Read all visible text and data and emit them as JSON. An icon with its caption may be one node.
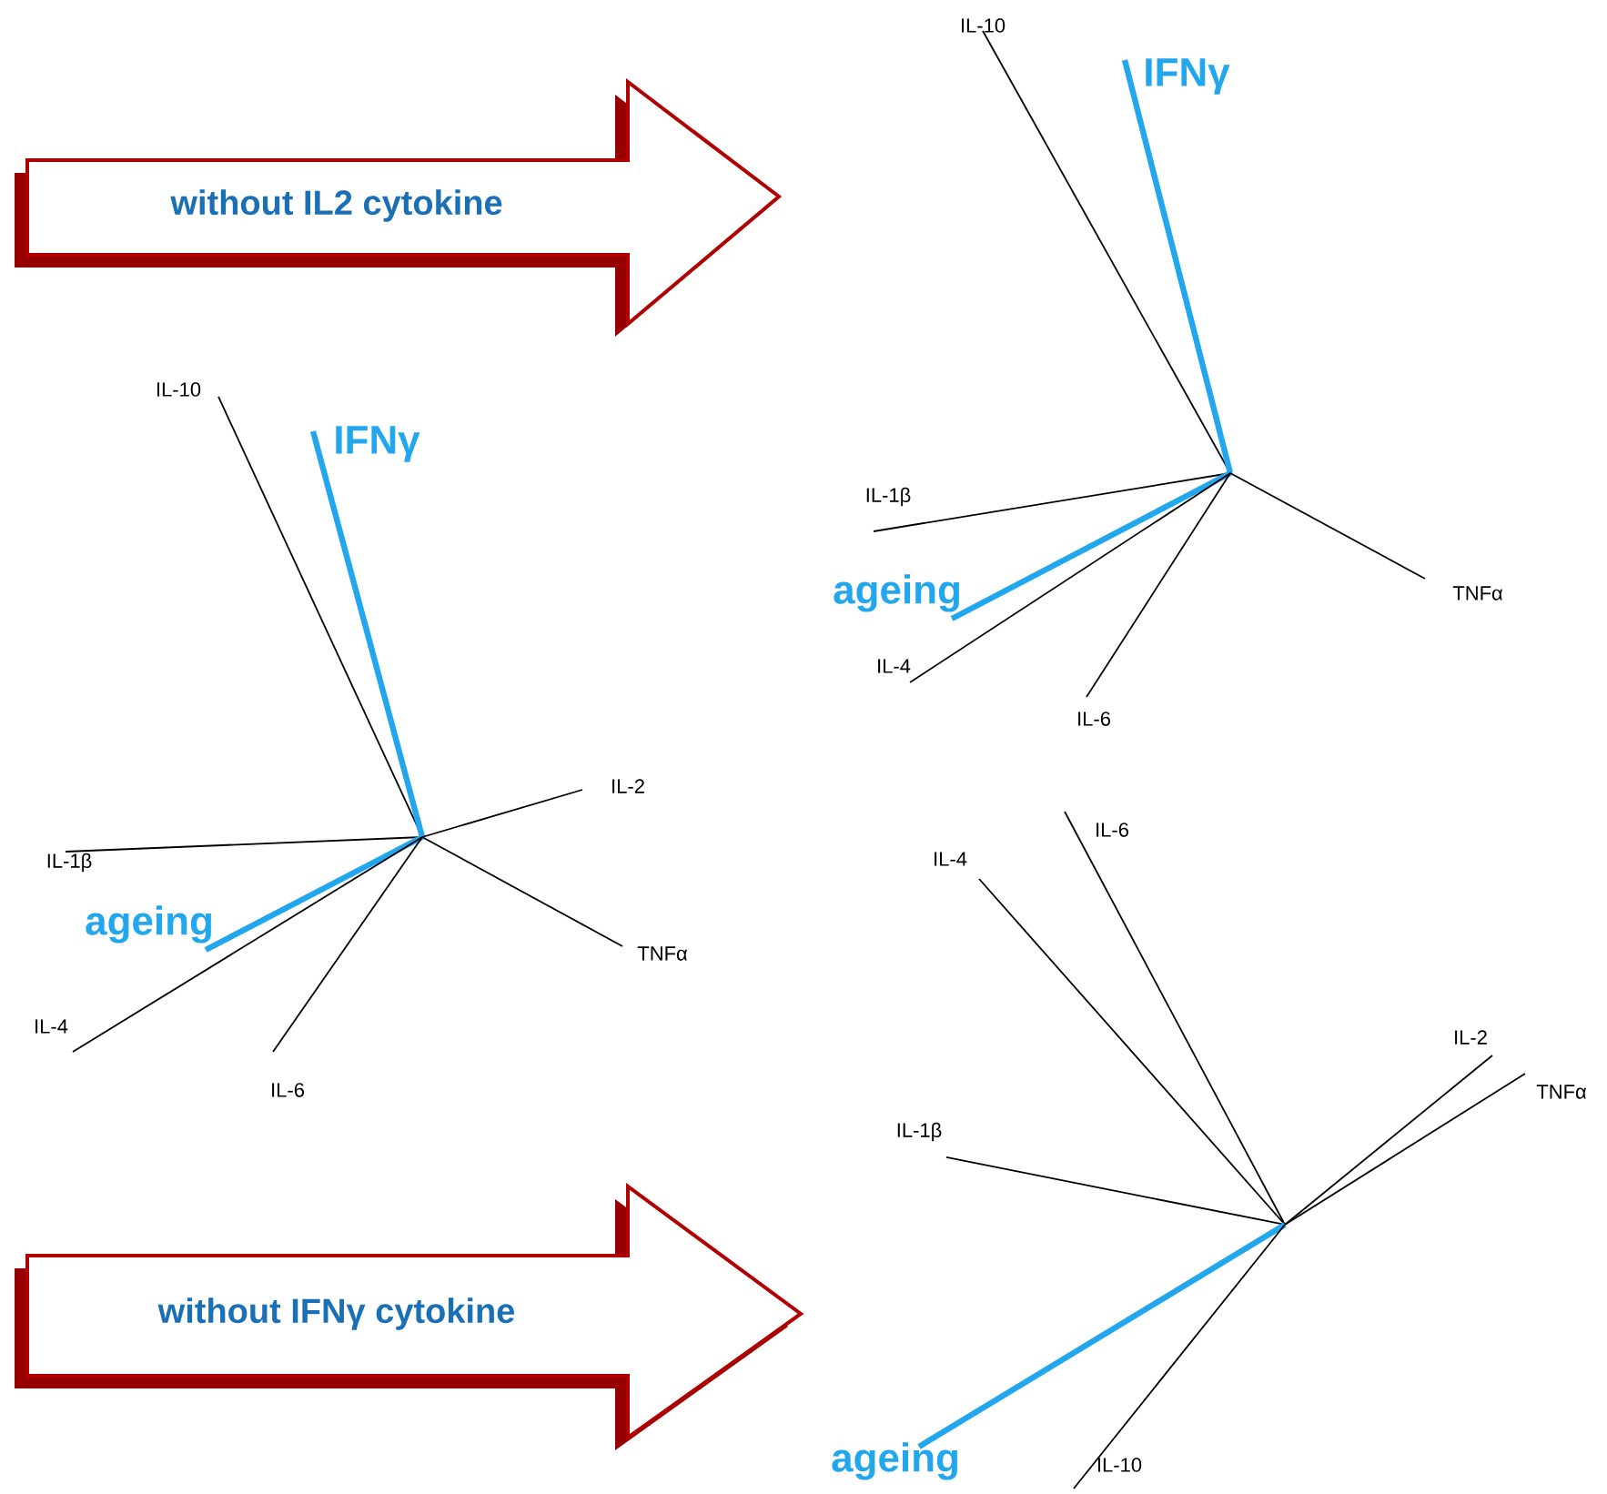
{
  "diagram": {
    "nodes": [
      {
        "text": [
          "without  IL2 cytokine"
        ]
      },
      {
        "text": [
          "without  IFNγ cytokine"
        ]
      }
    ],
    "labels": [
      "IL-10",
      "IFNγ",
      "IL-1β",
      "ageing",
      "TNFα",
      "IL-4",
      "IL-6",
      "IL-10",
      "IFNγ",
      "IL-2",
      "IL-1β",
      "ageing",
      "TNFα",
      "IL-4",
      "IL-6",
      "IL-6",
      "IL-4",
      "IL-2",
      "TNFα",
      "IL-1β",
      "ageing",
      "IL-10"
    ]
  }
}
